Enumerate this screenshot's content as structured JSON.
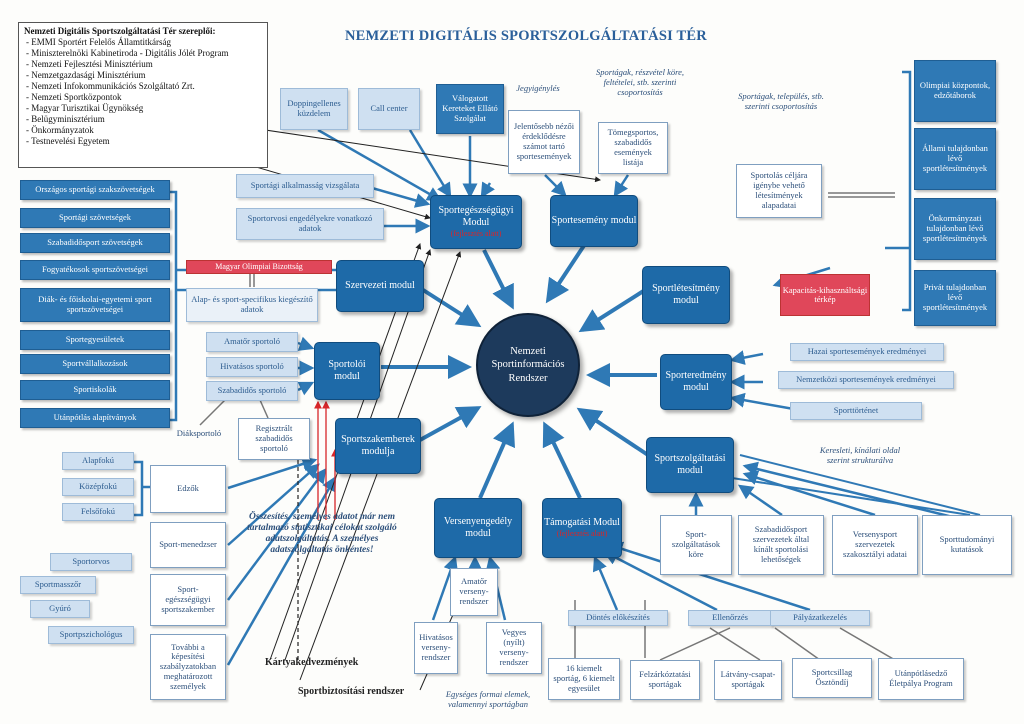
{
  "title": "NEMZETI DIGITÁLIS SPORTSZOLGÁLTATÁSI TÉR",
  "center": "Nemzeti Sportinformációs Rendszer",
  "legend": {
    "heading": "Nemzeti Digitális Sportszolgáltatási Tér szereplői:",
    "items": [
      "EMMI Sportért Felelős Államtitkárság",
      "Miniszterelnöki Kabinetiroda - Digitális Jólét Program",
      "Nemzeti Fejlesztési Minisztérium",
      "Nemzetgazdasági Minisztérium",
      "Nemzeti Infokommunikációs Szolgáltató Zrt.",
      "Nemzeti Sportközpontok",
      "Magyar Turisztikai Ügynökség",
      "Belügyminisztérium",
      "Önkormányzatok",
      "Testnevelési Egyetem"
    ]
  },
  "modules": {
    "health": "Sportegészségügyi Modul",
    "health_red": "(fejlesztés alatt)",
    "events": "Sportesemény modul",
    "org": "Szervezeti modul",
    "facility": "Sportlétesítmény modul",
    "athlete": "Sportolói modul",
    "results": "Sporteredmény modul",
    "experts": "Sportszakemberek modulja",
    "services": "Sportszolgáltatási modul",
    "licence": "Versenyengedély modul",
    "support": "Támogatási Modul",
    "support_red": "(fejlesztés alatt)"
  },
  "top_boxes": {
    "doping": "Doppingellenes küzdelem",
    "callcenter": "Call center",
    "valogatott": "Válogatott Kereteket Ellátó Szolgálat",
    "jelentos": "Jelentősebb nézői érdeklődésre számot tartó sportesemények",
    "tomeg": "Tömegsportos, szabadidős események listája",
    "alkalmassag": "Sportági alkalmasság vizsgálata",
    "engedely": "Sportorvosi engedélyekre vonatkozó adatok"
  },
  "notes": {
    "jegy": "Jegyigénylés",
    "sportagak_resz": "Sportágak, részvétel köre, feltételei, stb. szerinti csoportosítás",
    "sportagak_tel": "Sportágak, település, stb. szerinti csoportosítás",
    "kereslet": "Keresleti, kínálati oldal szerint strukturálva",
    "egyseges": "Egységes formai elemek, valamennyi sportágban",
    "osszesites": "Összesítés, személyes adatot már nem tartalmazó statisztikai célokat szolgáló adatszolgáltatás. A személyes adatszolgáltatás önkéntes!"
  },
  "left_orgs": [
    "Országos sportági szakszövetségek",
    "Sportági szövetségek",
    "Szabadidősport szövetségek",
    "Fogyatékosok sportszövetségei",
    "Diák- és főiskolai-egyetemi sport sportszövetségei",
    "Sportegyesületek",
    "Sportvállalkozások",
    "Sportiskolák",
    "Utánpótlás alapítványok"
  ],
  "olimpiai_bizottsag": "Magyar Olimpiai Bizottság",
  "alap_adatok": "Alap- és sport-specifikus kiegészítő adatok",
  "athletes": [
    "Amatőr sportoló",
    "Hivatásos sportoló",
    "Szabadidős sportoló"
  ],
  "diaksportolo": "Diáksportoló",
  "regisztralt": "Regisztrált szabadidős sportoló",
  "coach_levels": [
    "Alapfokú",
    "Középfokú",
    "Felsőfokú"
  ],
  "edzok": "Edzők",
  "sportmenedzser": "Sport-menedzser",
  "health_experts": [
    "Sportorvos",
    "Sportmasszőr",
    "Gyúró",
    "Sportpszichológus"
  ],
  "sportegeszsegugyi": "Sport-egészségügyi sportszakember",
  "tovabbi": "További a képesítési szabályzatokban meghatározott személyek",
  "kartya": "Kártyakedvezmények",
  "biztositas": "Sportbiztosítási rendszer",
  "licence_boxes": {
    "amator": "Amatőr verseny-rendszer",
    "hivatasos": "Hivatásos verseny-rendszer",
    "vegyes": "Vegyes (nyílt) verseny-rendszer"
  },
  "support_tasks": [
    "Döntés előkészítés",
    "Ellenőrzés",
    "Pályázatkezelés"
  ],
  "support_items": [
    "16 kiemelt sportág, 6 kiemelt egyesület",
    "Felzárkóztatási sportágak",
    "Látvány-csapat-sportágak",
    "Sportcsillag Ösztöndíj",
    "Utánpótlásedző Életpálya Program"
  ],
  "service_items": [
    "Sport-szolgáltatások köre",
    "Szabadidősport szervezetek által kínált sportolási lehetőségek",
    "Versenysport szervezetek szakosztályi adatai",
    "Sporttudományi kutatások"
  ],
  "results_items": [
    "Hazai sportesemények eredményei",
    "Nemzetközi sportesemények eredményei",
    "Sporttörténet"
  ],
  "kapacitas": "Kapacitás-kihasználtsági térkép",
  "sportolas_celjara": "Sportolás céljára igénybe vehető létesítmények alapadatai",
  "facility_types": [
    "Olimpiai központok, edzőtáborok",
    "Állami tulajdonban lévő sportlétesítmények",
    "Önkormányzati tulajdonban lévő sportlétesítmények",
    "Privát tulajdonban lévő sportlétesítmények"
  ],
  "colors": {
    "module": "#1e6aa8",
    "center": "#1d3a5c",
    "light": "#cfe0f1",
    "red": "#d8262a"
  }
}
